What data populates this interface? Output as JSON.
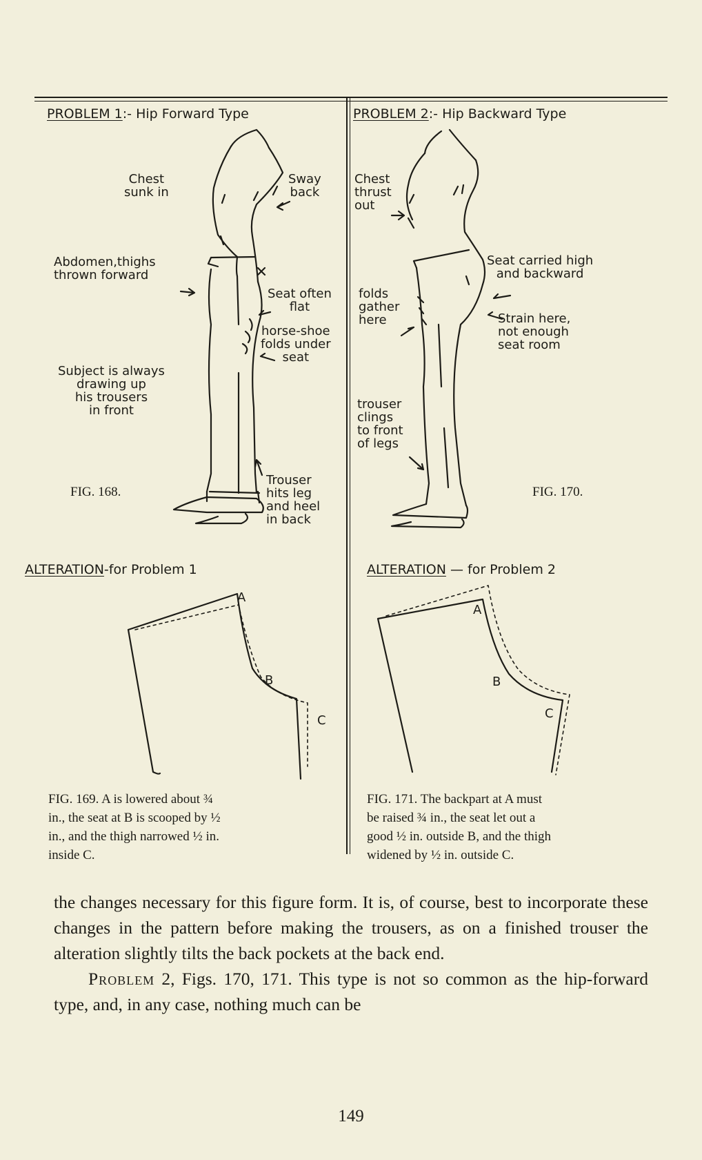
{
  "problem1": {
    "label": "PROBLEM 1",
    "title": ":- Hip Forward Type",
    "notes": {
      "chest": "Chest\nsunk in",
      "sway": "Sway\nback",
      "abdomen": "Abdomen,thighs\nthrown forward",
      "seat": "Seat often\nflat",
      "horseshoe": "horse-shoe\nfolds under\nseat",
      "subject": "Subject is always\ndrawing up\nhis trousers\nin front",
      "trouser": "Trouser\nhits leg\nand heel\nin back"
    },
    "fig": "FIG. 168."
  },
  "problem2": {
    "label": "PROBLEM 2",
    "title": ":- Hip Backward Type",
    "notes": {
      "chest": "Chest\nthrust\nout",
      "seat": "Seat carried high\nand backward",
      "strain": "Strain here,\nnot enough\nseat room",
      "folds": "folds\ngather\nhere",
      "clings": "trouser\nclings\nto front\nof legs"
    },
    "fig": "FIG. 170."
  },
  "alt1": {
    "prefix": "ALTERATION",
    "suffix": "-for Problem 1",
    "points": {
      "a": "A",
      "b": "B",
      "c": "C"
    },
    "caption": "FIG. 169. A is lowered about ¾\nin., the seat at B is scooped by ½\nin., and the thigh narrowed ½ in.\ninside C."
  },
  "alt2": {
    "prefix": "ALTERATION",
    "suffix": " — for Problem 2",
    "points": {
      "a": "A",
      "b": "B",
      "c": "C"
    },
    "caption": "FIG. 171. The backpart at A must\nbe raised ¾ in., the seat let out a\ngood ½ in. outside B, and the thigh\nwidened by ½ in. outside C."
  },
  "body": {
    "p1": "the changes necessary for this figure form. It is, of course, best to incorporate these changes in the pattern before making the trousers, as on a finished trouser the alteration slightly tilts the back pockets at the back end.",
    "p2_lead": "Problem",
    "p2_rest": " 2, Figs. 170, 171. This type is not so common as the hip-forward type, and, in any case, nothing much can be"
  },
  "page_number": "149"
}
